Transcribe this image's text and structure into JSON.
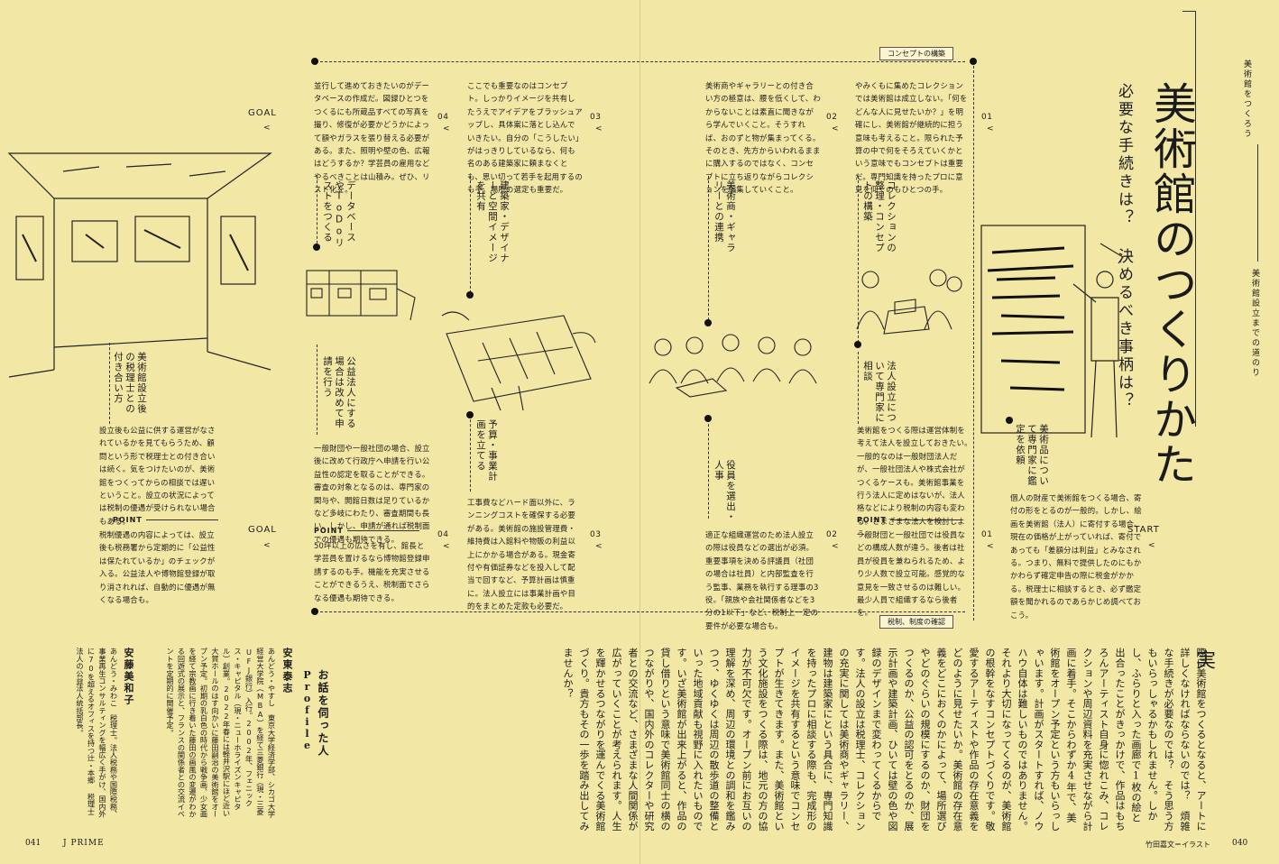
{
  "title": {
    "main": "美術館のつくりかた",
    "sub": "必要な手続きは？ 決めるべき事柄は？",
    "series": "美術館をつくろう",
    "series2": "美術館設立までの道のり"
  },
  "tags": {
    "concept": "コンセプトの構築",
    "tax": "税制、制度の確認"
  },
  "markers": {
    "goal": "GOAL",
    "start": "START",
    "arrow": "<"
  },
  "top": {
    "n01": "01",
    "n02": "02",
    "n03": "03",
    "n04": "04",
    "h01": "コレクションの整理・コンセプトの構築",
    "h02": "美術商・ギャラリーとの連携",
    "h03": "建築家・デザイナーと空間イメージを共有",
    "h04": "データベースやToDoリストをつくる",
    "t01": "やみくもに集めたコレクションでは美術館は成立しない。「何をどんな人に見せたいか？」を明確にし、美術館が継続的に担う意味も考えること。限られた予算の中で何をそろえていくかという意味でもコンセプトは重要だ。専門知識を持ったプロに意見を仰ぐのもひとつの手。",
    "t02": "美術商やギャラリーとの付き合い方の極意は、腰を低くして、わからないことは素直に聞きながら学んでいくこと。そうすれば、おのずと物が集まってくる。そのとき、先方からいわれるままに購入するのではなく、コンセプトに立ち返りながらコレクションを編集していくこと。",
    "t03": "ここでも重要なのはコンセプト。しっかりイメージを共有したうえでアイデアをブラッシュアップし、具体案に落とし込んでいきたい。自分の「こうしたい」がはっきりしているなら、何も名のある建築家に頼まなくとも、思い切って若手を起用するのも手。場所の選定も重要だ。",
    "t04": "並行して進めておきたいのがデータベースの作成だ。図録ひとつをつくるにも所蔵品すべての写真を撮り、修復が必要かどうかによって額やガラスを張り替える必要がある。また、照明や壁の色、広報はどうするか？学芸員の雇用などやるべきことは山積み。ぜひ、リスト化を。"
  },
  "bottom": {
    "n01": "01",
    "n02": "02",
    "n03": "03",
    "n04": "04",
    "h00": "美術品について専門家に鑑定を依頼",
    "h01": "法人設立について専門家に相談",
    "h02": "役員を選出・人事",
    "h03": "予算・事業計画を立てる",
    "h04": "公益法人にする場合は改めて申請を行う",
    "h05": "美術館設立後の税理士との付き合い方",
    "t00": "個人の財産で美術館をつくる場合、寄付の形をとるのが一般的。しかし、絵画を美術館（法人）に寄付する場合、現在の価格が上がっていれば、寄付であっても「差額分は利益」とみなされる。つまり、無料で提供したのにもかかわらず確定申告の際に税金がかかる。税理士に相談するとき、必ず鑑定額を聞かれるのであらかじめ調べておこう。",
    "t01": "美術館をつくる際は運営体制を考えて法人を設立しておきたい。一般的なのは一般財団法人だが、一般社団法人や株式会社がつくるケースも。美術館事業を行う法人に定めはないが、法人格などにより税制の内容も変わる。さまざまな法人を検討しよう。",
    "p01": "一般財団と一般社団では役員などの構成人数が違う。後者は社員が役員を兼ねられるため、より少人数で設立可能。感覚的な意見を一致させるのは難しい。最少人員で組織するなら後者を。",
    "t02": "適正な組織運営のため法人設立の際は役員などの選出が必須。重要事項を決める評議員（社団の場合は社員）と内部監査を行う監事、業務を執行する理事の3役。「親族や会社関係者などを3分の1以下」など、税制上一定の要件が必要な場合も。",
    "t03": "工事費などハード面以外に、ランニングコストを確保する必要がある。美術館の施設管理費・維持費は入館料や物販の利益以上にかかる場合がある。現金寄付や有価証券などを投入して配当で回すなど、予算計画は慎重に。法人設立には事業計画や目的をまとめた定款も必要だ。",
    "t04": "一般財団や一般社団の場合、設立後に改めて行政庁へ申請を行い公益性の認定を取ることができる。審査の対象となるのは、専門家の関与や、開館日数は足りているかなど多岐にわたり、審査期間も長い。しかし、申請が通れば税制面での優遇も期待できる。",
    "p04": "50坪以上の広さを有し、館長と学芸員を置けるなら博物館登録申請するのも手。機能を充実させることができるうえ、税制面でさらなる優遇も期待できる。",
    "t05": "設立後も公益に供する運営がなされているかを見てもらうため、顧問という形で税理士との付き合いは続く。気をつけたいのが、美術館をつくってからの相談では遅いということ。設立の状況によっては税制の優遇が受けられない場合もある。",
    "p05": "税制優遇の内容によっては、設立後も税務署から定期的に「公益性は保たれているか」のチェックが入る。公益法人や博物館登録が取り消されれば、自動的に優遇が無くなる場合も。",
    "point": "POINT"
  },
  "essay": {
    "dropcap": "実",
    "body": "際に美術館をつくるとなると、アートに詳しくなければならないのでは？　煩雑な手続きが必要なのでは？　そう思う方もいらっしゃるかもしれません。しかし、ふらりと入った画廊で1枚の絵と出合ったことがきっかけで、作品はもちろんアーティスト自身に惚れこみ、コレクションや周辺資料を充実させながら計画に着手。そこからわずか4年で、美術館をオープン予定という方もいらっしゃいます。計画がスタートすれば、ノウハウ自体は難しいものではありません。それより大切になってくるのが、美術館の根幹をなすコンセプトづくりです。敬愛するアーティストや作品の存在意義をどのように見せたいか。美術館の存在意義をどこにおくのかによって、場所選びやどのぐらいの規模にするのか、財団をつくるのか、公益の認可をとるのか、展示計画や建築計画、ひいては壁の色や図録のデザインまで変わってくるからです。法人の設立は税理士、コレクションの充実に関しては美術商やギャラリー、建物は建築家にという具合に、専門知識を持ったプロに相談する際も、完成形のイメージを共有するという意味でコンセプトが生きてきます。また、美術館という文化施設をつくる際は、地元の方の協力が不可欠です。オープン前にお互いの理解を深め、周辺の環境との調和を鑑みつつ、ゆくゆくは周辺の散歩道の整備といった地域貢献も視野に入れたいものです。いざ美術館が出来上がると、作品の貸し借りという意味で美術館同士の横のつながりや、国内外のコレクターや研究者との交流など、さまざまな人間関係が広がっていくことが考えられます。人生を輝かせるつながりを運んでくる美術館づくり。貴方もその一歩を踏み出してみませんか？"
  },
  "profile": {
    "heading": "お話を伺った人",
    "label": "Profile",
    "name1": "安東泰志",
    "bio1": "あんどう・やすし　東京大学経済学部、シカゴ大学経営大学院（MBA）を経て三菱銀行（現・三菱UFJ銀行）入行。2002年、フェニックス・キャピタル（現・ニューホライズンキャピタル）創業。2022年春には軽井沢駅にほど近い大賀ホールのはす向かいに藤田嗣治の美術館をオープン予定。初期の乳白色の時代から戦争画、少女画を経て宗教画に行き着いた藤田の画風の変遷がわかる回遊式の展示と、フランスの関係者との交流イベントを定期的に開催予定。",
    "name2": "安藤美和子",
    "bio2": "あんどう・みわこ　税理士。法人税務や国際税務、事業再生コンサルティングを幅広く手がけ、国内外に70を超えるオフィスを持つ辻・本郷 税理士法人の公益法人統括部長。"
  },
  "footer": {
    "left_page": "041",
    "magazine": "J PRIME",
    "credit": "竹田嘉文＝イラスト",
    "right_page": "040"
  }
}
